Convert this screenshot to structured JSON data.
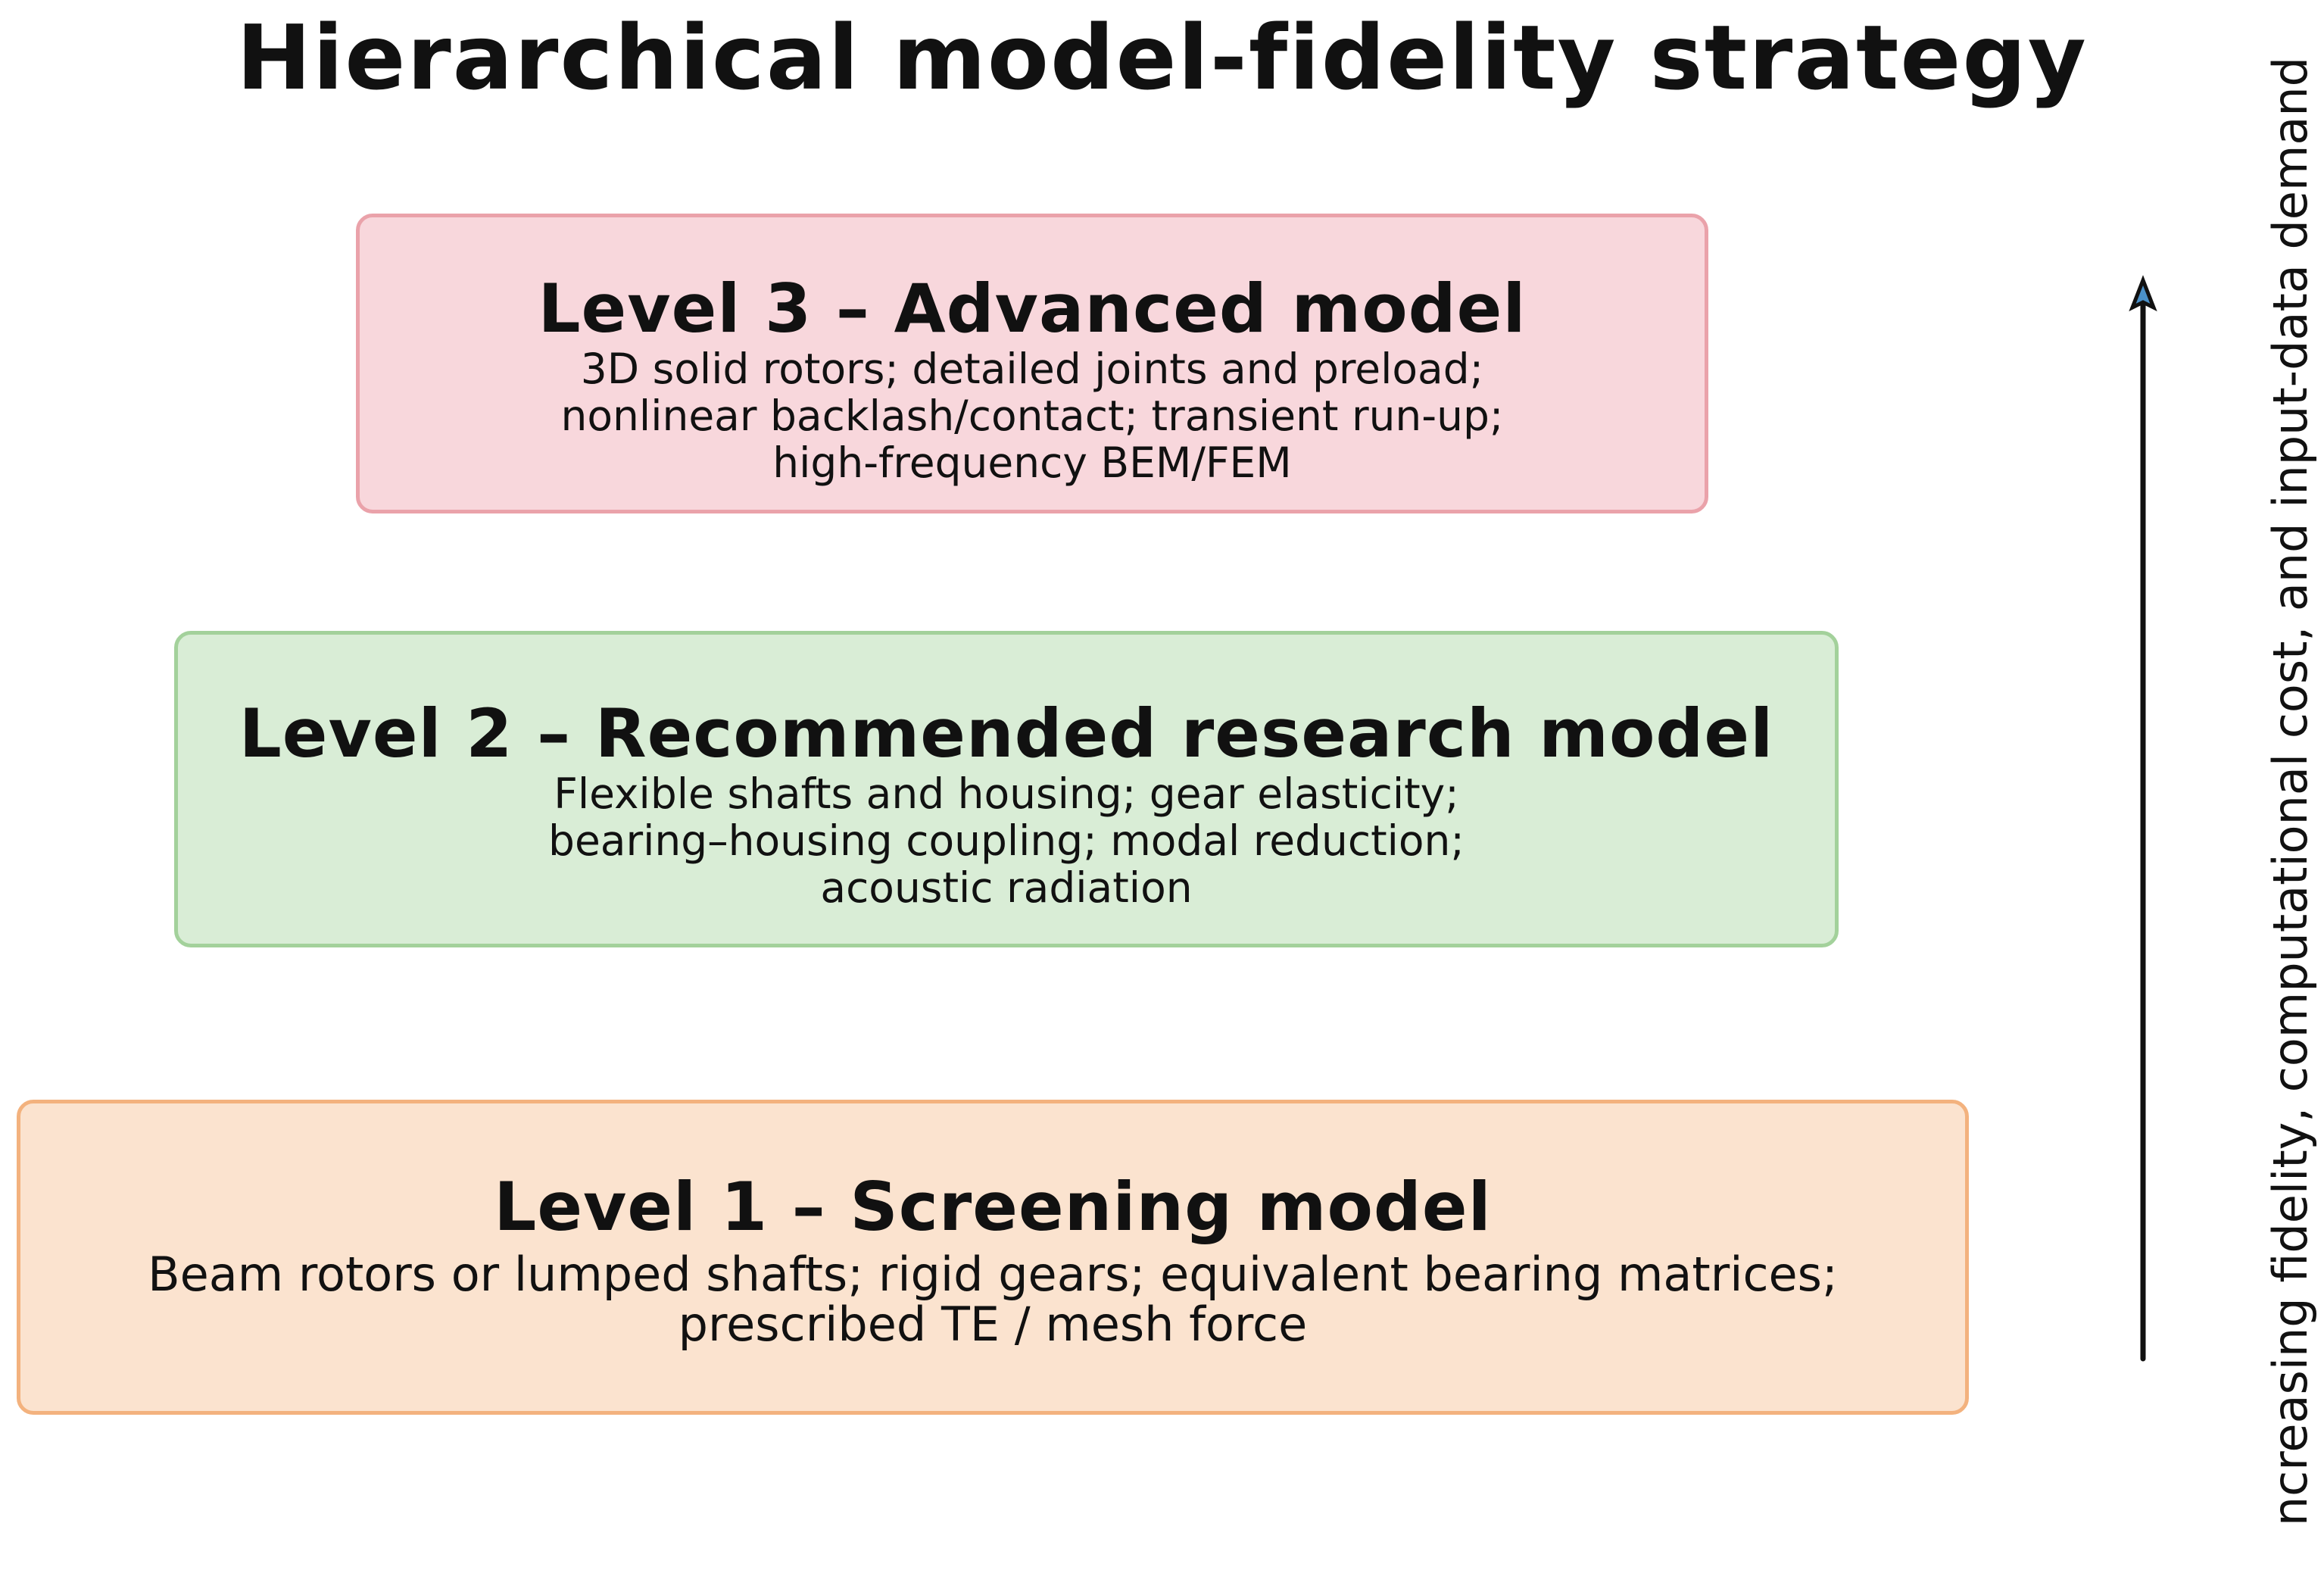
{
  "title": "Hierarchical model-fidelity strategy",
  "levels": [
    {
      "heading": "Level 3 – Advanced model",
      "lines": [
        "3D solid rotors; detailed joints and preload;",
        "nonlinear backlash/contact; transient run-up;",
        "high-frequency BEM/FEM"
      ],
      "fill_color": "#f8d7dc",
      "border_color": "#eaa2aa"
    },
    {
      "heading": "Level 2 – Recommended research model",
      "lines": [
        "Flexible shafts and housing; gear elasticity;",
        "bearing–housing coupling; modal reduction;",
        "acoustic radiation"
      ],
      "fill_color": "#d9edd6",
      "border_color": "#a3d19b"
    },
    {
      "heading": "Level 1 – Screening model",
      "lines": [
        "Beam rotors or lumped shafts; rigid gears; equivalent bearing matrices;",
        "prescribed TE / mesh force"
      ],
      "fill_color": "#fbe3cf",
      "border_color": "#f3b27e"
    }
  ],
  "axis": {
    "label": "ncreasing fidelity, computational cost, and input-data demand",
    "direction": "up",
    "arrow_color": "#111111",
    "arrowhead_color": "#4a90c8"
  }
}
